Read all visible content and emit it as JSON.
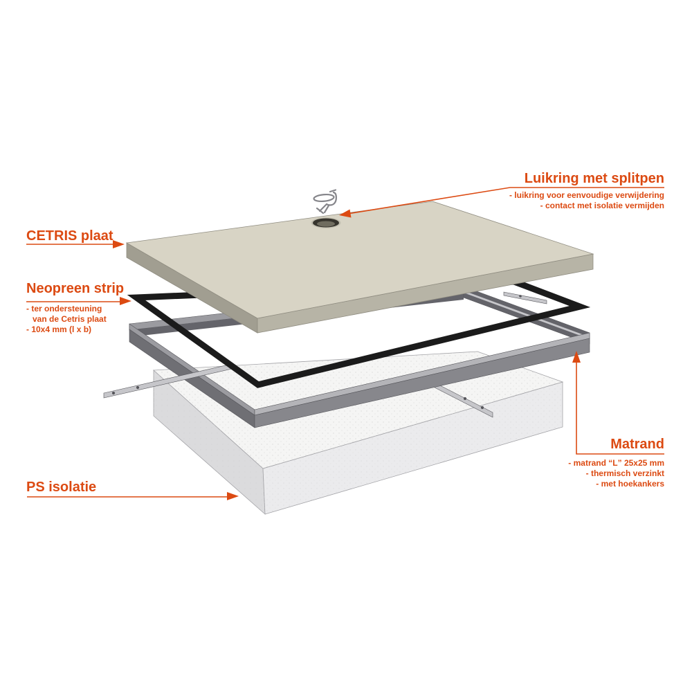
{
  "colors": {
    "accent": "#dc4a12",
    "plate_top": "#d8d4c5",
    "plate_side_left": "#a19e91",
    "plate_side_right": "#b7b4a6",
    "hole_rim": "#c2bfb0",
    "hole_dark": "#36342d",
    "hole_mid": "#6f6c5f",
    "neopreen_black": "#1b1b1b",
    "steel_flange_light": "#b4b4b8",
    "steel_flange_mid": "#9b9ba0",
    "steel_band_dark": "#64646a",
    "steel_face_dark": "#6f6f74",
    "steel_face_mid": "#87878c",
    "steel_silver": "#c6c6ca",
    "foam_top": "#f5f5f4",
    "foam_left": "#dbdbdd",
    "foam_right": "#ebebed",
    "glyph_gray": "#85858a"
  },
  "annotations": {
    "luikring": {
      "title": "Luikring met splitpen",
      "lines": [
        "- luikring voor eenvoudige verwijdering",
        "- contact met isolatie vermijden"
      ]
    },
    "cetris": {
      "title": "CETRIS plaat"
    },
    "neopreen": {
      "title": "Neopreen strip",
      "lines": [
        "- ter ondersteuning",
        "van de Cetris plaat",
        "- 10x4 mm (l x b)"
      ]
    },
    "matrand": {
      "title": "Matrand",
      "lines": [
        "- matrand “L” 25x25 mm",
        "- thermisch verzinkt",
        "- met hoekankers"
      ]
    },
    "ps": {
      "title": "PS isolatie"
    }
  }
}
